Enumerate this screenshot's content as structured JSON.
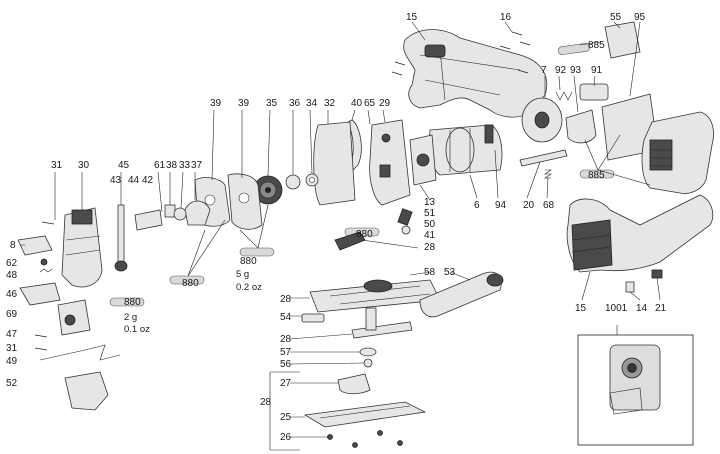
{
  "callouts": {
    "p15_top": "15",
    "p16": "16",
    "p55": "55",
    "p95": "95",
    "p885_top": "885",
    "p7": "7",
    "p92": "92",
    "p93": "93",
    "p91": "91",
    "p39a": "39",
    "p39b": "39",
    "p35": "35",
    "p36": "36",
    "p34": "34",
    "p32": "32",
    "p40": "40",
    "p65": "65",
    "p29": "29",
    "p31_top": "31",
    "p30": "30",
    "p45": "45",
    "p43": "43",
    "p44": "44",
    "p42": "42",
    "p61": "61",
    "p38": "38",
    "p33": "33",
    "p37": "37",
    "p6": "6",
    "p94": "94",
    "p20": "20",
    "p68": "68",
    "p885_right": "885",
    "p13": "13",
    "p51": "51",
    "p50": "50",
    "p41": "41",
    "p880_mid": "880",
    "p28_a": "28",
    "p8": "8",
    "p62": "62",
    "p48": "48",
    "p46": "46",
    "p69": "69",
    "p47": "47",
    "p31_bot": "31",
    "p49": "49",
    "p52": "52",
    "p880_left": "880",
    "p880_center": "880",
    "p880_lower": "880",
    "p58": "58",
    "p53": "53",
    "p28_b": "28",
    "p54": "54",
    "p28_c": "28",
    "p57": "57",
    "p56": "56",
    "p27": "27",
    "p28_d": "28",
    "p25": "25",
    "p26": "26",
    "p15_right": "15",
    "p14": "14",
    "p21": "21",
    "p1001": "1001"
  },
  "notes": {
    "left_qty": "2 g",
    "left_oz": "0.1 oz",
    "center_qty": "5 g",
    "center_oz": "0.2 oz"
  }
}
